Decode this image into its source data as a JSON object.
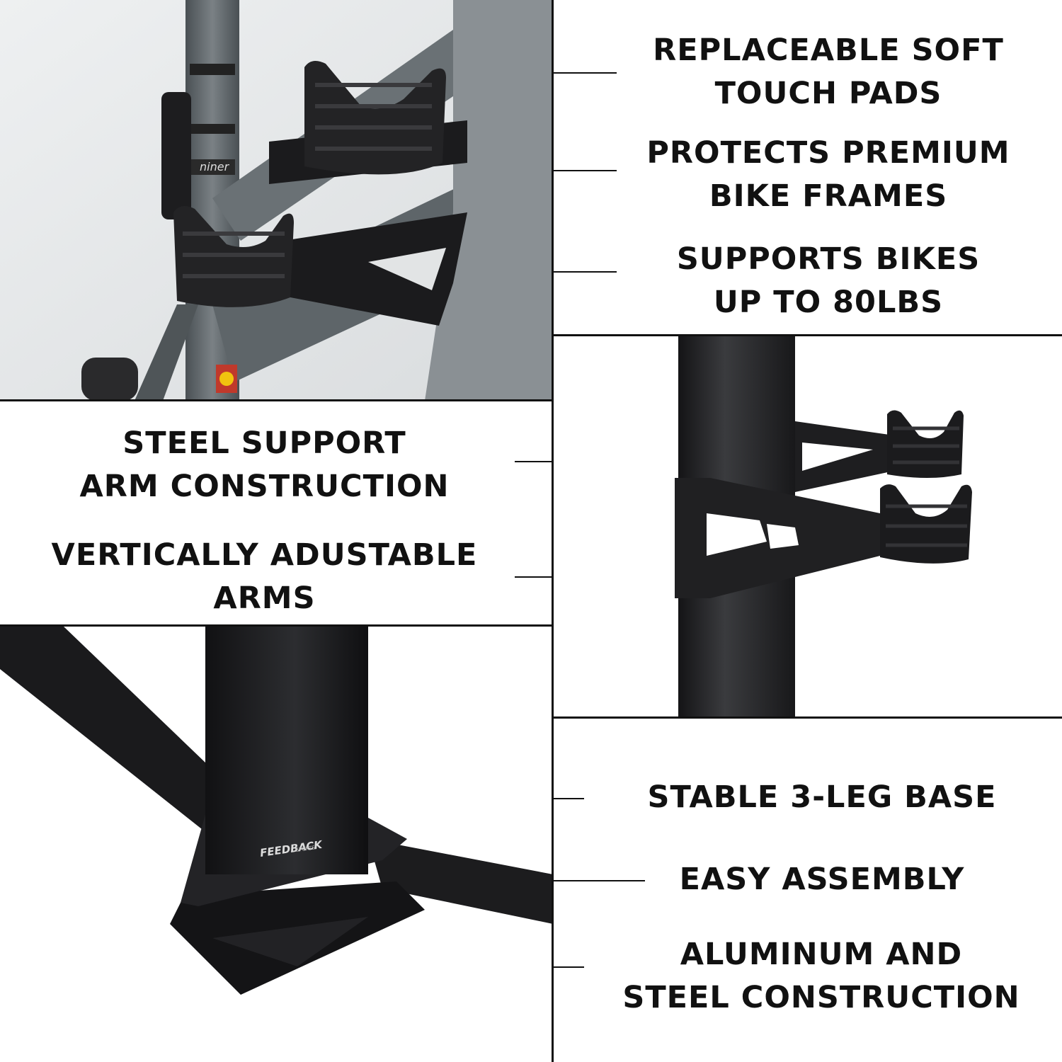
{
  "brand": {
    "logo_text": "FEEDBACK",
    "logo_subtext": "SPORTS",
    "bike_logo_text": "niner"
  },
  "colors": {
    "text": "#111111",
    "divider": "#111111",
    "stand_black": "#1b1b1d",
    "bike_frame_gray": "#5e6569",
    "background": "#ffffff"
  },
  "features": [
    {
      "id": "pads",
      "lines": [
        "REPLACEABLE SOFT",
        "TOUCH PADS"
      ]
    },
    {
      "id": "protects",
      "lines": [
        "PROTECTS PREMIUM",
        "BIKE FRAMES"
      ]
    },
    {
      "id": "supports",
      "lines": [
        "SUPPORTS BIKES",
        "UP TO 80LBS"
      ]
    },
    {
      "id": "steel-arm",
      "lines": [
        "STEEL SUPPORT",
        "ARM CONSTRUCTION"
      ]
    },
    {
      "id": "adjustable",
      "lines": [
        "VERTICALLY ADUSTABLE",
        "ARMS"
      ]
    },
    {
      "id": "base",
      "lines": [
        "STABLE 3-LEG BASE"
      ]
    },
    {
      "id": "assembly",
      "lines": [
        "EASY ASSEMBLY"
      ]
    },
    {
      "id": "materials",
      "lines": [
        "ALUMINUM AND",
        "STEEL CONSTRUCTION"
      ]
    }
  ]
}
